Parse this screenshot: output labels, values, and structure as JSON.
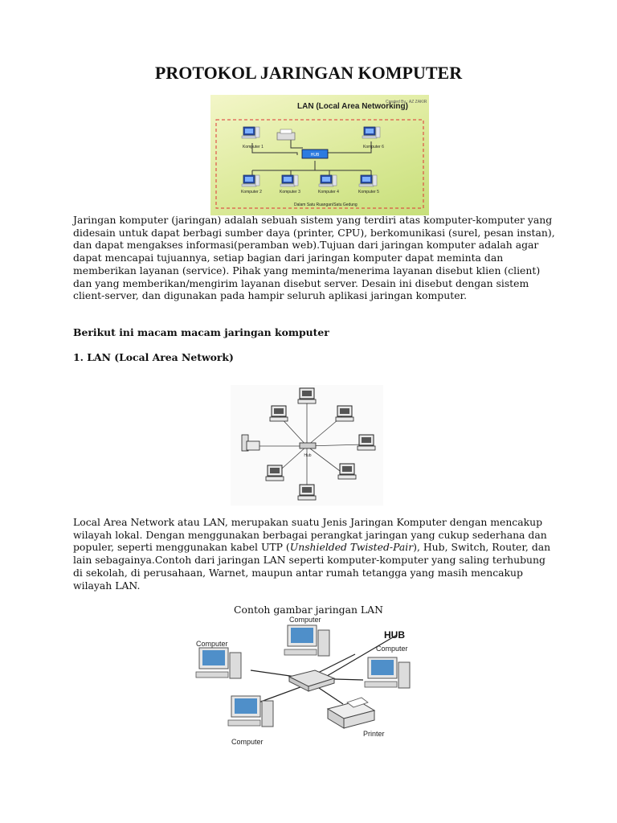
{
  "title": "PROTOKOL JARINGAN KOMPUTER",
  "figure1": {
    "title": "LAN (Local Area Networking)",
    "credit": "Created By : AZ ZAKIR",
    "hub_label": "HUB",
    "computers": [
      "Komputer 1",
      "Komputer 6",
      "Komputer 2",
      "Komputer 3",
      "Komputer 4",
      "Komputer 5"
    ],
    "footer": "Dalam Satu Ruangan/Satu Gedung"
  },
  "paragraph1": "Jaringan komputer (jaringan) adalah sebuah sistem yang terdiri atas komputer-komputer yang didesain untuk dapat berbagi sumber daya (printer, CPU), berkomunikasi (surel, pesan instan), dan dapat mengakses informasi(peramban web).Tujuan dari jaringan komputer adalah agar dapat mencapai tujuannya, setiap bagian dari jaringan komputer dapat meminta dan memberikan layanan (service). Pihak yang meminta/menerima layanan disebut klien (client) dan yang memberikan/mengirim layanan disebut server. Desain ini disebut dengan sistem client-server, dan digunakan pada hampir seluruh aplikasi jaringan komputer.",
  "heading_types": "Berikut ini macam macam jaringan komputer",
  "heading_lan": "1. LAN (Local Area Network)",
  "figure2": {
    "hub_label": "Hub"
  },
  "paragraph2": {
    "part1": "Local Area Network atau LAN, merupakan suatu Jenis Jaringan Komputer dengan mencakup wilayah lokal. Dengan menggunakan berbagai perangkat jaringan yang cukup sederhana dan populer, seperti menggunakan kabel UTP (",
    "italic": "Unshielded Twisted-Pair",
    "part2": "), Hub, Switch, Router, dan lain sebagainya.Contoh dari jaringan LAN seperti komputer-komputer yang saling terhubung di sekolah, di perusahaan, Warnet, maupun antar rumah tetangga yang masih mencakup wilayah LAN."
  },
  "caption": "Contoh gambar jaringan LAN",
  "figure3": {
    "labels": {
      "computer_top": "Computer",
      "computer_left": "Computer",
      "computer_right": "Computer",
      "computer_bottom": "Computer",
      "hub": "HUB",
      "printer": "Printer"
    }
  }
}
